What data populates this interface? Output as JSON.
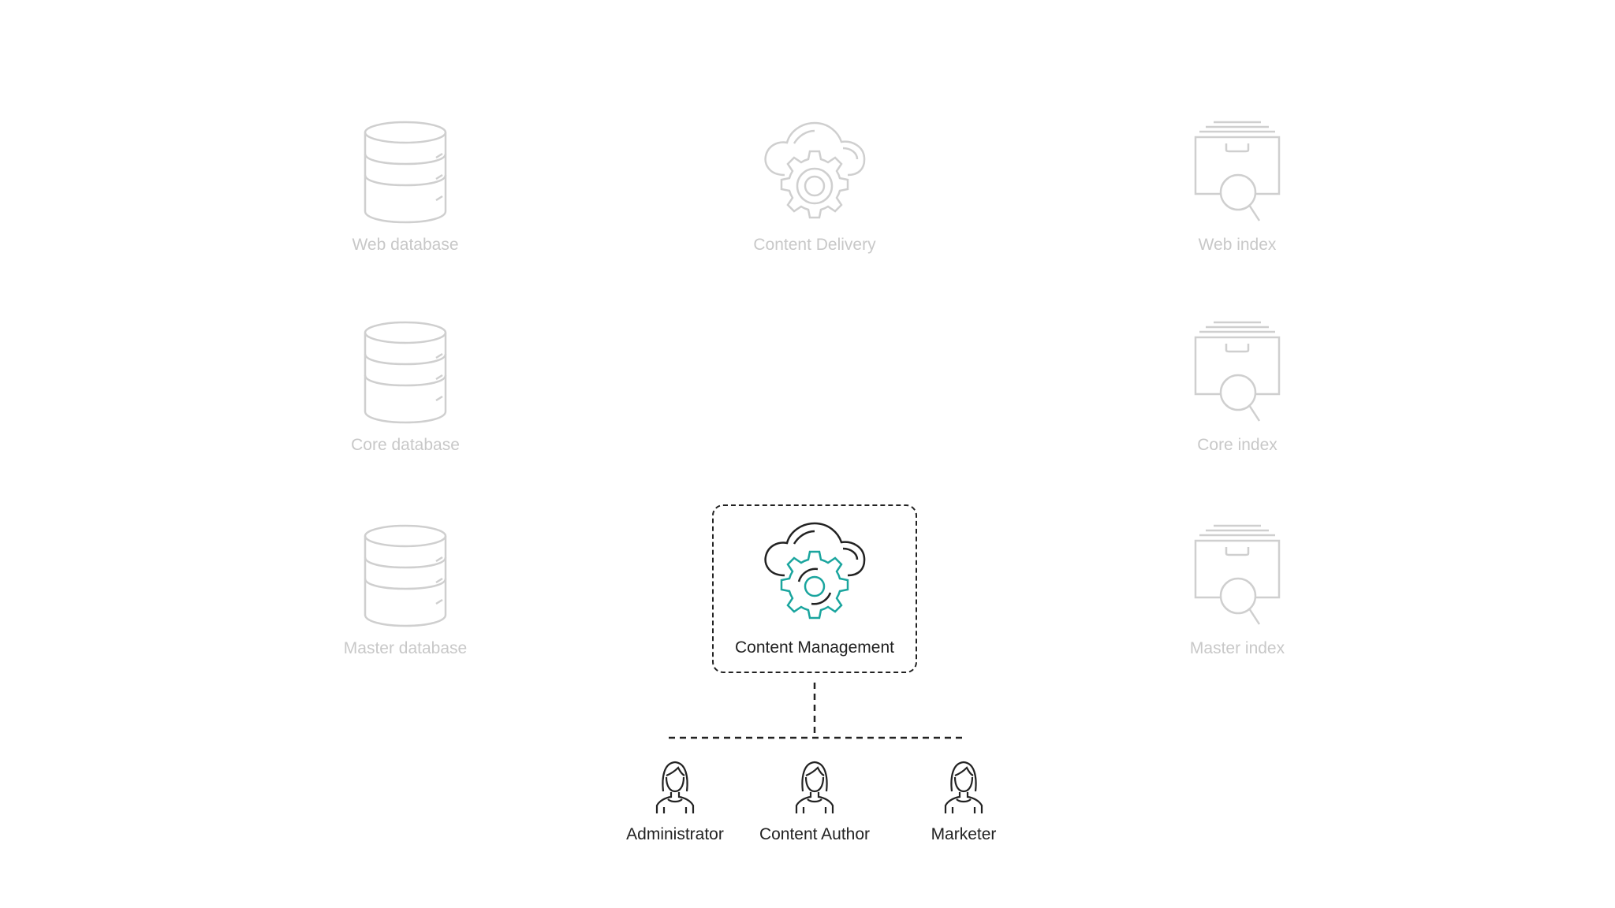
{
  "nodes": {
    "web_database": "Web database",
    "content_delivery": "Content Delivery",
    "web_index": "Web index",
    "core_database": "Core database",
    "core_index": "Core index",
    "master_database": "Master database",
    "content_management": "Content Management",
    "master_index": "Master index"
  },
  "roles": {
    "administrator": "Administrator",
    "content_author": "Content Author",
    "marketer": "Marketer"
  },
  "colors": {
    "inactive": "#cfcfcf",
    "active": "#222222",
    "accent": "#1aa59e"
  }
}
